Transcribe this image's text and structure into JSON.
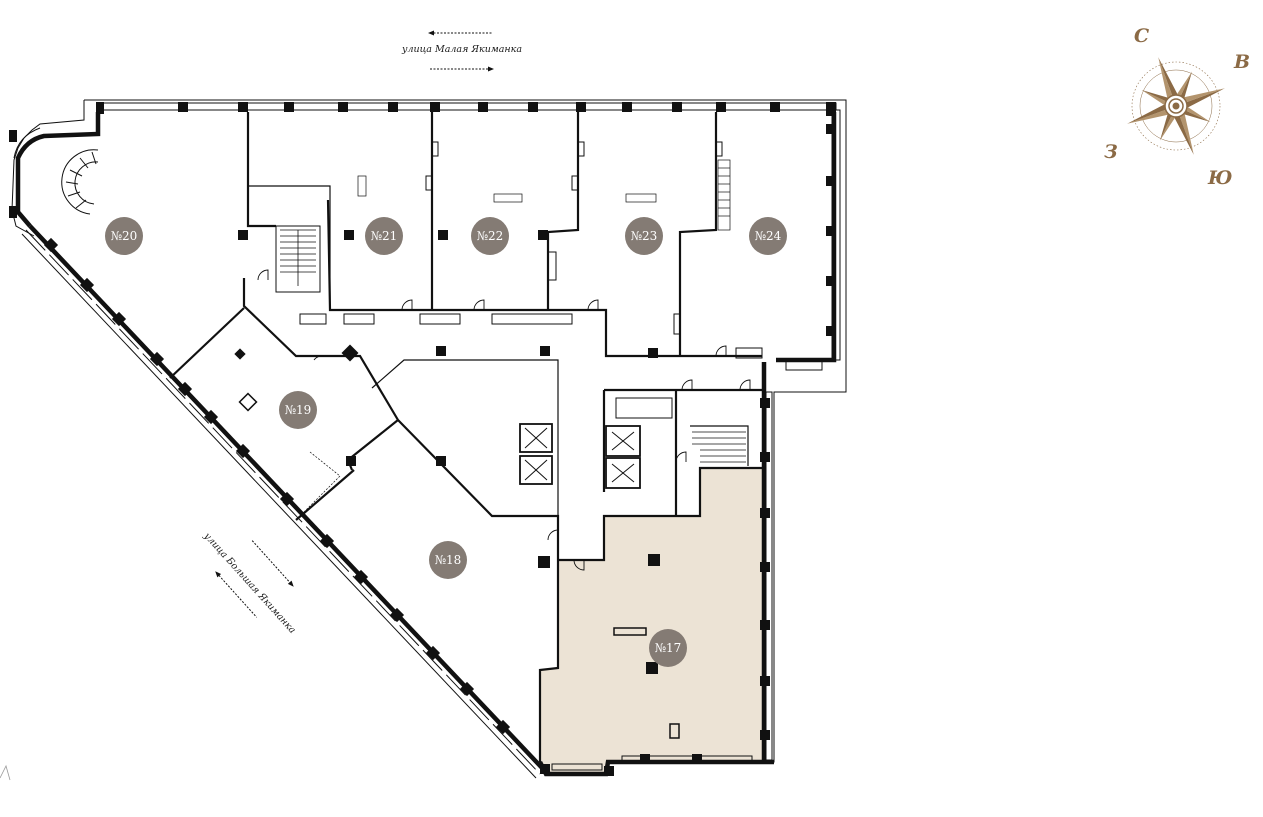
{
  "streets": {
    "top": "улица Малая Якиманка",
    "diagonal": "улица Большая Якиманка"
  },
  "compass": {
    "north": "С",
    "east": "В",
    "west": "З",
    "south": "Ю",
    "color": "#8b6a45"
  },
  "units": [
    {
      "id": "20",
      "label": "№20",
      "selected": false
    },
    {
      "id": "21",
      "label": "№21",
      "selected": false
    },
    {
      "id": "22",
      "label": "№22",
      "selected": false
    },
    {
      "id": "23",
      "label": "№23",
      "selected": false
    },
    {
      "id": "24",
      "label": "№24",
      "selected": false
    },
    {
      "id": "19",
      "label": "№19",
      "selected": false
    },
    {
      "id": "18",
      "label": "№18",
      "selected": false
    },
    {
      "id": "17",
      "label": "№17",
      "selected": true
    }
  ],
  "colors": {
    "marker": "#847b74",
    "selected_fill": "#ece3d5",
    "wall": "#111111"
  }
}
